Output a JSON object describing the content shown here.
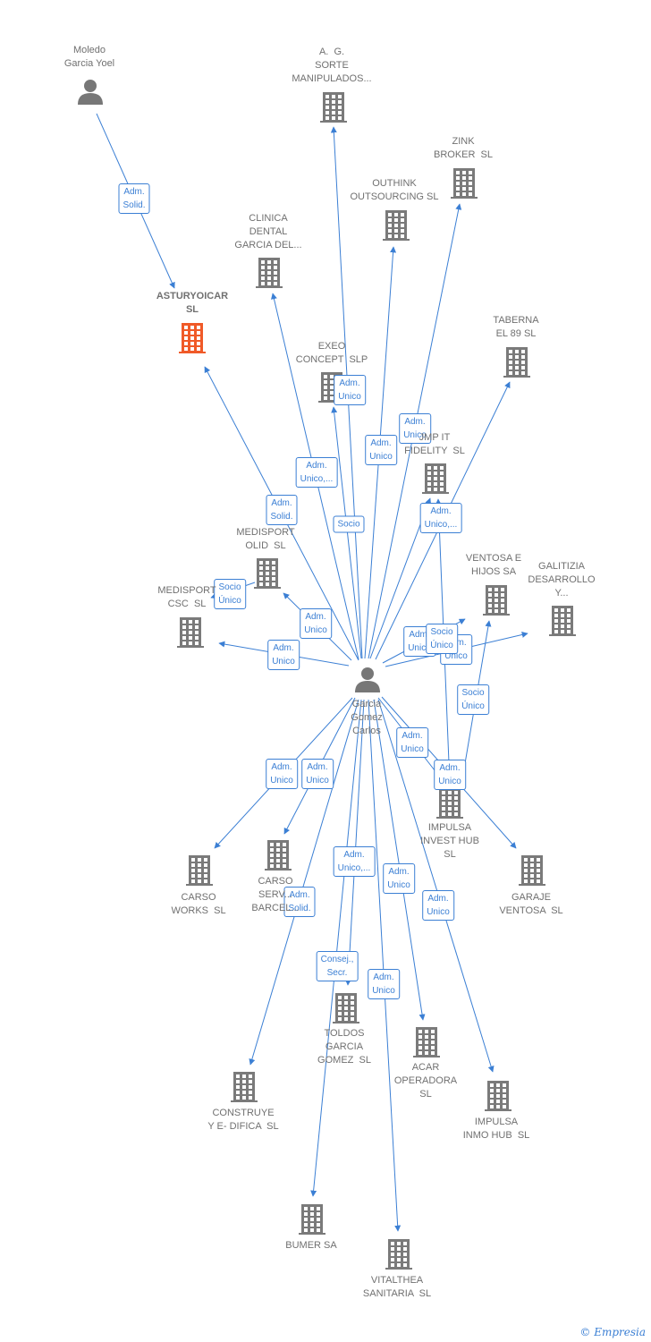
{
  "colors": {
    "edge": "#3b7fd4",
    "building": "#7a7a7a",
    "focus_building": "#f05a28",
    "person": "#777777"
  },
  "nodes": [
    {
      "id": "moledo",
      "type": "person",
      "label": "Moledo\nGarcia Yoel",
      "icon": "person-icon"
    },
    {
      "id": "ag",
      "type": "company",
      "label": "A.  G.\nSORTE\nMANIPULADOS...",
      "icon": "building-icon"
    },
    {
      "id": "zink",
      "type": "company",
      "label": "ZINK\nBROKER  SL",
      "icon": "building-icon"
    },
    {
      "id": "outhink",
      "type": "company",
      "label": "OUTHINK\nOUTSOURCING SL",
      "icon": "building-icon"
    },
    {
      "id": "clinica",
      "type": "company",
      "label": "CLINICA\nDENTAL\nGARCIA DEL...",
      "icon": "building-icon"
    },
    {
      "id": "asturyoicar",
      "type": "company",
      "label": "ASTURYOICAR\nSL",
      "icon": "building-icon",
      "focus": true
    },
    {
      "id": "taberna",
      "type": "company",
      "label": "TABERNA\nEL 89 SL",
      "icon": "building-icon"
    },
    {
      "id": "exeo",
      "type": "company",
      "label": "EXEO\nCONCEPT  SLP",
      "icon": "building-icon"
    },
    {
      "id": "fidelity",
      "type": "company",
      "label": "JMP IT\nFIDELITY  SL",
      "icon": "building-icon"
    },
    {
      "id": "medisport_olid",
      "type": "company",
      "label": "MEDISPORT\nOLID  SL",
      "icon": "building-icon"
    },
    {
      "id": "medisport_csc",
      "type": "company",
      "label": "MEDISPORT\nCSC  SL",
      "icon": "building-icon"
    },
    {
      "id": "ventosa_hijos",
      "type": "company",
      "label": "VENTOSA E\nHIJOS SA",
      "icon": "building-icon"
    },
    {
      "id": "galitizia",
      "type": "company",
      "label": "GALITIZIA\nDESARROLLO\nY...",
      "icon": "building-icon"
    },
    {
      "id": "garcia",
      "type": "person",
      "label": "Garcia\nGomez\nCarlos",
      "icon": "person-icon"
    },
    {
      "id": "impulsa_invest",
      "type": "company",
      "label": "IMPULSA\nINVEST HUB\nSL",
      "icon": "building-icon"
    },
    {
      "id": "carso_works",
      "type": "company",
      "label": "CARSO\nWORKS  SL",
      "icon": "building-icon"
    },
    {
      "id": "carso_serv",
      "type": "company",
      "label": "CARSO\nSERV...\nBARCEL...",
      "icon": "building-icon"
    },
    {
      "id": "garaje",
      "type": "company",
      "label": "GARAJE\nVENTOSA  SL",
      "icon": "building-icon"
    },
    {
      "id": "toldos",
      "type": "company",
      "label": "TOLDOS\nGARCIA\nGOMEZ  SL",
      "icon": "building-icon"
    },
    {
      "id": "acar",
      "type": "company",
      "label": "ACAR\nOPERADORA\nSL",
      "icon": "building-icon"
    },
    {
      "id": "construye",
      "type": "company",
      "label": "CONSTRUYE\nY E- DIFICA  SL",
      "icon": "building-icon"
    },
    {
      "id": "impulsa_inmo",
      "type": "company",
      "label": "IMPULSA\nINMO HUB  SL",
      "icon": "building-icon"
    },
    {
      "id": "bumer",
      "type": "company",
      "label": "BUMER SA",
      "icon": "building-icon"
    },
    {
      "id": "vitalthea",
      "type": "company",
      "label": "VITALTHEA\nSANITARIA  SL",
      "icon": "building-icon"
    }
  ],
  "edges": [
    {
      "from": "moledo",
      "to": "asturyoicar",
      "label": "Adm.\nSolid."
    },
    {
      "from": "garcia",
      "to": "asturyoicar",
      "label": "Adm.\nSolid."
    },
    {
      "from": "garcia",
      "to": "ag",
      "label": "Socio"
    },
    {
      "from": "garcia",
      "to": "clinica",
      "label": "Adm.\nUnico,..."
    },
    {
      "from": "garcia",
      "to": "exeo",
      "label": "Adm.\nUnico"
    },
    {
      "from": "garcia",
      "to": "outhink",
      "label": "Adm.\nUnico"
    },
    {
      "from": "garcia",
      "to": "zink",
      "label": "Adm.\nUnico"
    },
    {
      "from": "garcia",
      "to": "taberna",
      "label": "Adm.\nUnico"
    },
    {
      "from": "garcia",
      "to": "fidelity",
      "label": "Adm.\nUnico,..."
    },
    {
      "from": "garcia",
      "to": "medisport_olid",
      "label": "Adm.\nUnico"
    },
    {
      "from": "garcia",
      "to": "medisport_csc",
      "label": "Adm.\nUnico"
    },
    {
      "from": "medisport_olid",
      "to": "medisport_csc",
      "label": "Socio\nÚnico"
    },
    {
      "from": "garcia",
      "to": "ventosa_hijos",
      "label": "Adm.\nUnico"
    },
    {
      "from": "garcia",
      "to": "galitizia",
      "label": "Adm.\nUnico"
    },
    {
      "from": "impulsa_invest",
      "to": "ventosa_hijos",
      "label": "Socio\nÚnico"
    },
    {
      "from": "impulsa_invest",
      "to": "fidelity",
      "label": "Socio\nÚnico"
    },
    {
      "from": "garcia",
      "to": "impulsa_invest",
      "label": "Adm.\nUnico"
    },
    {
      "from": "garcia",
      "to": "garaje",
      "label": "Adm.\nUnico"
    },
    {
      "from": "garcia",
      "to": "carso_works",
      "label": "Adm.\nUnico"
    },
    {
      "from": "garcia",
      "to": "carso_serv",
      "label": "Adm.\nUnico"
    },
    {
      "from": "garcia",
      "to": "construye",
      "label": "Adm.\nSolid."
    },
    {
      "from": "garcia",
      "to": "toldos",
      "label": "Adm.\nUnico,..."
    },
    {
      "from": "garcia",
      "to": "acar",
      "label": "Adm.\nUnico"
    },
    {
      "from": "garcia",
      "to": "impulsa_inmo",
      "label": "Adm.\nUnico"
    },
    {
      "from": "garcia",
      "to": "bumer",
      "label": "Consej.,\nSecr."
    },
    {
      "from": "garcia",
      "to": "vitalthea",
      "label": "Adm.\nUnico"
    }
  ],
  "watermark": {
    "symbol": "©",
    "brand": "Empresia"
  }
}
